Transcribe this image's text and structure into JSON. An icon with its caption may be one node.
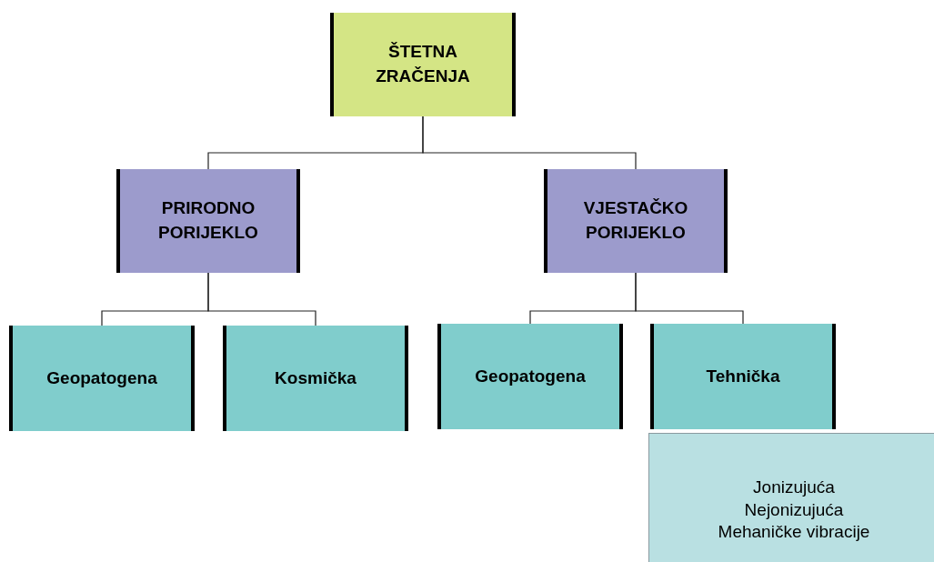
{
  "diagram": {
    "nodes": [
      {
        "text": [
          "ŠTETNA ZRAČENJA"
        ]
      },
      {
        "text": [
          "PRIRODNO PORIJEKLO"
        ]
      },
      {
        "text": [
          "VJESTAČKO PORIJEKLO"
        ]
      },
      {
        "text": [
          "Geopatogena"
        ]
      },
      {
        "text": [
          "Kosmička"
        ]
      },
      {
        "text": [
          "Geopatogena"
        ]
      },
      {
        "text": [
          "Tehnička"
        ]
      },
      {
        "text": [
          "Jonizujuća",
          "Nejonizujuća",
          "Mehaničke vibracije"
        ]
      }
    ],
    "edges": [
      {
        "from": 0,
        "to": 1,
        "arrow": "none"
      },
      {
        "from": 0,
        "to": 2,
        "arrow": "none"
      },
      {
        "from": 1,
        "to": 3,
        "arrow": "none"
      },
      {
        "from": 1,
        "to": 4,
        "arrow": "none"
      },
      {
        "from": 2,
        "to": 5,
        "arrow": "none"
      },
      {
        "from": 2,
        "to": 6,
        "arrow": "none"
      }
    ]
  }
}
